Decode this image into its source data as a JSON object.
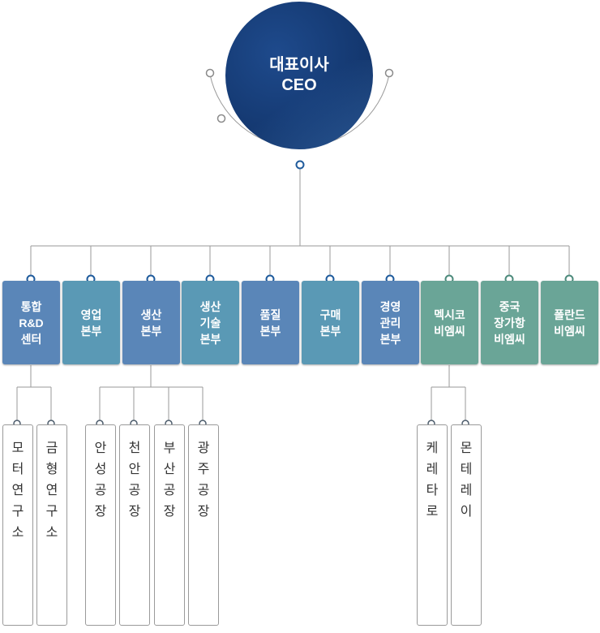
{
  "ceo": {
    "line1": "대표이사",
    "line2": "CEO"
  },
  "departments": [
    {
      "label": "통합\nR&D\n센터",
      "tone": "blue"
    },
    {
      "label": "영업\n본부",
      "tone": "teal"
    },
    {
      "label": "생산\n본부",
      "tone": "blue"
    },
    {
      "label": "생산\n기술\n본부",
      "tone": "teal"
    },
    {
      "label": "품질\n본부",
      "tone": "blue"
    },
    {
      "label": "구매\n본부",
      "tone": "teal"
    },
    {
      "label": "경영\n관리\n본부",
      "tone": "blue"
    },
    {
      "label": "멕시코\n비엠씨",
      "tone": "green"
    },
    {
      "label": "중국\n장가항\n비엠씨",
      "tone": "green"
    },
    {
      "label": "폴란드\n비엠씨",
      "tone": "green"
    }
  ],
  "units": [
    {
      "label": "모\n터\n연\n구\n소",
      "parent": "통합 R&D 센터"
    },
    {
      "label": "금\n형\n연\n구\n소",
      "parent": "통합 R&D 센터"
    },
    {
      "label": "안\n성\n공\n장",
      "parent": "생산 본부"
    },
    {
      "label": "천\n안\n공\n장",
      "parent": "생산 본부"
    },
    {
      "label": "부\n산\n공\n장",
      "parent": "생산 본부"
    },
    {
      "label": "광\n주\n공\n장",
      "parent": "생산 본부"
    },
    {
      "label": "케\n레\n타\n로",
      "parent": "멕시코 비엠씨"
    },
    {
      "label": "몬\n테\n레\n이",
      "parent": "멕시코 비엠씨"
    }
  ],
  "colors": {
    "ceo": "#153a73",
    "blue": "#5a86b8",
    "teal": "#5a99b5",
    "green": "#6aa597",
    "connector": "#9a9a9a",
    "node_ring_blue": "#1f5b9c",
    "node_ring_green": "#4c8a7b"
  }
}
